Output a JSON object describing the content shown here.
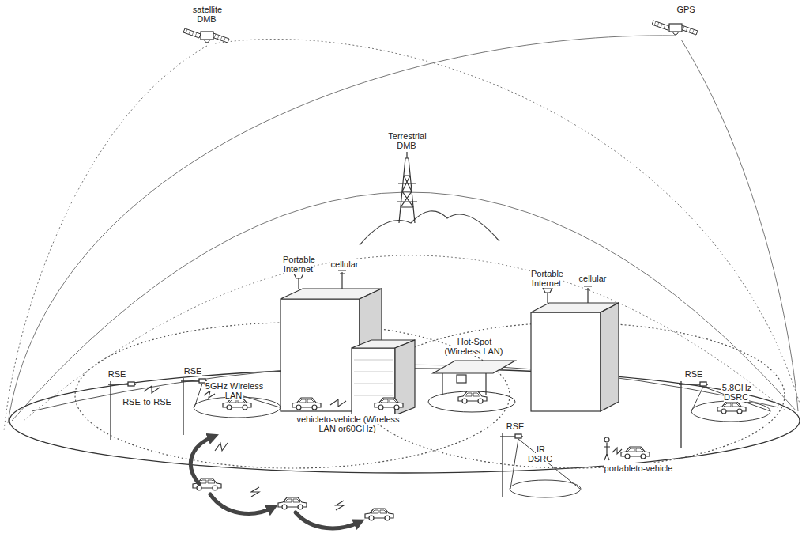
{
  "diagram": {
    "labels": [
      "satellite DMB",
      "GPS",
      "Terrestrial DMB",
      "Portable Internet",
      "cellular",
      "Portable Internet",
      "cellular",
      "Hot-Spot (Wireless LAN)",
      "RSE",
      "RSE",
      "5GHz Wireless LAN",
      "RSE-to-RSE",
      "RSE",
      "5.8GHz DSRC",
      "vehicleto-vehicle (Wireless LAN or60GHz)",
      "RSE",
      "IR DSRC",
      "portableto-vehicle"
    ]
  }
}
